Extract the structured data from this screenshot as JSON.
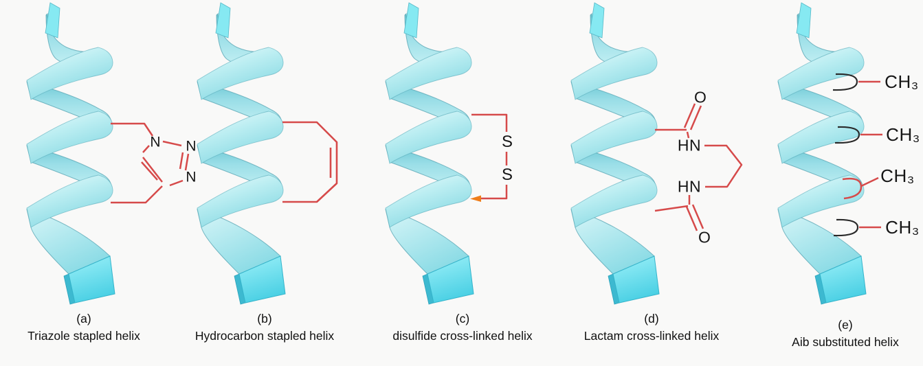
{
  "figure": {
    "background_color": "#f9f9f8",
    "helix_fill_color": "#a9e7ed",
    "helix_edge_color": "#4da3b2",
    "helix_endcap_color": "#5ed7ea",
    "staple_color": "#d64a4a",
    "arrow_color": "#ef7d1a",
    "atom_label_color": "#161616",
    "panels": [
      {
        "id": "a",
        "letter": "(a)",
        "caption": "Triazole stapled helix",
        "atoms": [
          "N",
          "N",
          "N"
        ]
      },
      {
        "id": "b",
        "letter": "(b)",
        "caption": "Hydrocarbon stapled helix",
        "atoms": []
      },
      {
        "id": "c",
        "letter": "(c)",
        "caption": "disulfide cross-linked helix",
        "atoms": [
          "S",
          "S"
        ]
      },
      {
        "id": "d",
        "letter": "(d)",
        "caption": "Lactam cross-linked helix",
        "atoms": [
          "O",
          "HN",
          "HN",
          "O"
        ]
      },
      {
        "id": "e",
        "letter": "(e)",
        "caption": "Aib substituted helix",
        "atoms": [
          "CH₃",
          "CH₃",
          "CH₃",
          "CH₃"
        ]
      }
    ]
  }
}
